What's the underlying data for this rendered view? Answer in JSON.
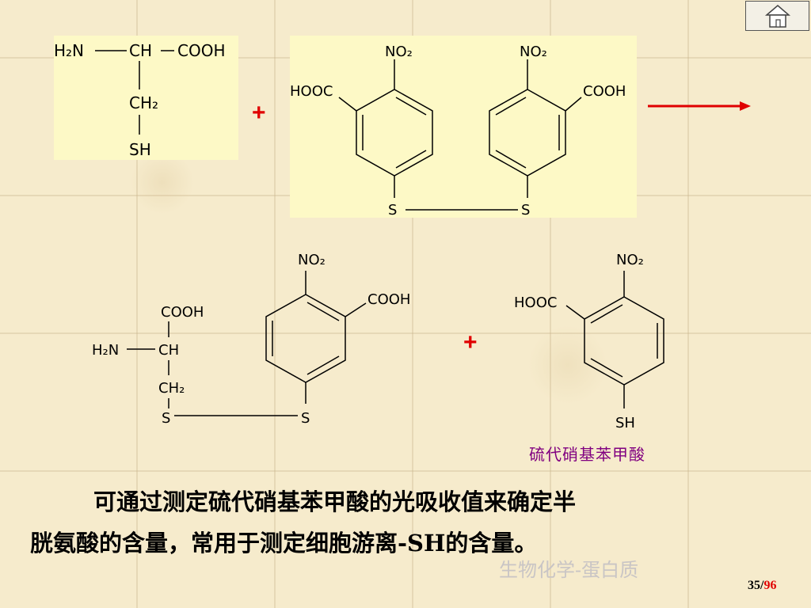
{
  "cysteine": {
    "h2n": "H₂N",
    "ch": "CH",
    "cooh": "COOH",
    "ch2": "CH₂",
    "sh": "SH"
  },
  "dtnb": {
    "no2": "NO₂",
    "hooc": "HOOC",
    "cooh": "COOH",
    "s": "S"
  },
  "mixed_disulfide": {
    "cooh_top": "COOH",
    "h2n": "H₂N",
    "ch": "CH",
    "ch2": "CH₂",
    "s": "S",
    "no2": "NO₂",
    "cooh_ring": "COOH"
  },
  "tnb": {
    "no2": "NO₂",
    "hooc": "HOOC",
    "sh": "SH"
  },
  "operators": {
    "plus": "+"
  },
  "product_label": "硫代硝基苯甲酸",
  "main_text": {
    "line1": "可通过测定硫代硝基苯甲酸的光吸收值来确定半",
    "line2": "胱氨酸的含量，常用于测定细胞游离-SH的含量。"
  },
  "footer": "生物化学-蛋白质",
  "page_number": {
    "current": "35/",
    "total": "96"
  },
  "icons": {
    "home": "home-icon",
    "arrow": "reaction-arrow"
  },
  "colors": {
    "background": "#f6ebcc",
    "panel": "#fdf9c6",
    "accent_red": "#e00000",
    "label_purple": "#800080",
    "footer_gray": "#c9c5c5"
  }
}
